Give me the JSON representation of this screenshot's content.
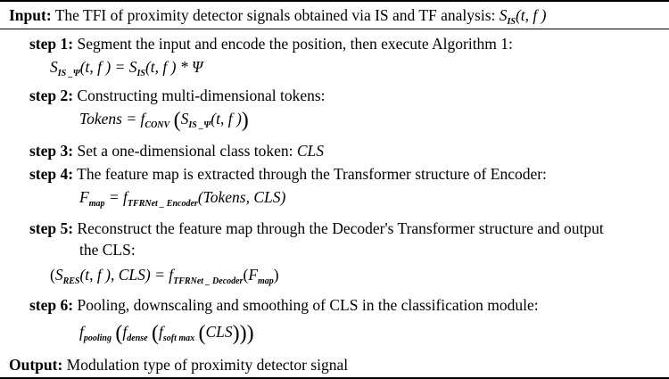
{
  "algorithm": {
    "input": {
      "label": "Input:",
      "text": "The TFI of proximity detector signals obtained via IS and TF analysis:",
      "math": {
        "S": "S",
        "sub": "IS",
        "args": "(t, f )"
      }
    },
    "steps": [
      {
        "label": "step 1:",
        "text": "Segment the input and encode the position, then execute Algorithm 1:",
        "eq": {
          "lhs": "S",
          "lhs_sub": "IS _Ψ",
          "lhs_args": "(t, f ) = ",
          "rhs": "S",
          "rhs_sub": "IS",
          "rhs_args": "(t, f ) * Ψ"
        }
      },
      {
        "label": "step 2:",
        "text": "Constructing multi-dimensional tokens:",
        "eq": {
          "lhs": "Tokens = ",
          "f": "f",
          "f_sub": "CONV",
          "open": "(",
          "S": "S",
          "S_sub": "IS _Ψ",
          "args": "(t, f )",
          "close": ")"
        }
      },
      {
        "label": "step 3:",
        "text": "Set a one-dimensional class token:",
        "math": "CLS"
      },
      {
        "label": "step 4:",
        "text": "The feature map is extracted through the Transformer structure of Encoder:",
        "eq": {
          "F": "F",
          "F_sub": "map",
          "eq": " = ",
          "f": "f",
          "f_sub": "TFRNet _ Encoder",
          "args": "(Tokens, CLS)"
        }
      },
      {
        "label": "step 5:",
        "text": "Reconstruct the feature map through the Decoder's Transformer structure and output",
        "text2": "the CLS:",
        "eq": {
          "open": "(",
          "S": "S",
          "S_sub": "RES",
          "args": "(t, f ), CLS) = ",
          "f": "f",
          "f_sub": "TFRNet _ Decoder",
          "arg_open": "(",
          "F": "F",
          "F_sub": "map",
          "arg_close": ")"
        }
      },
      {
        "label": "step 6:",
        "text": "Pooling, downscaling and smoothing of CLS in the classification module:",
        "eq": {
          "f1": "f",
          "f1_sub": "pooling",
          "o1": "(",
          "f2": "f",
          "f2_sub": "dense",
          "o2": "(",
          "f3": "f",
          "f3_sub": "soft max",
          "o3": "(",
          "arg": "CLS",
          "c3": ")",
          "c2": ")",
          "c1": ")"
        }
      }
    ],
    "output": {
      "label": "Output:",
      "text": "Modulation type of proximity detector signal"
    }
  }
}
